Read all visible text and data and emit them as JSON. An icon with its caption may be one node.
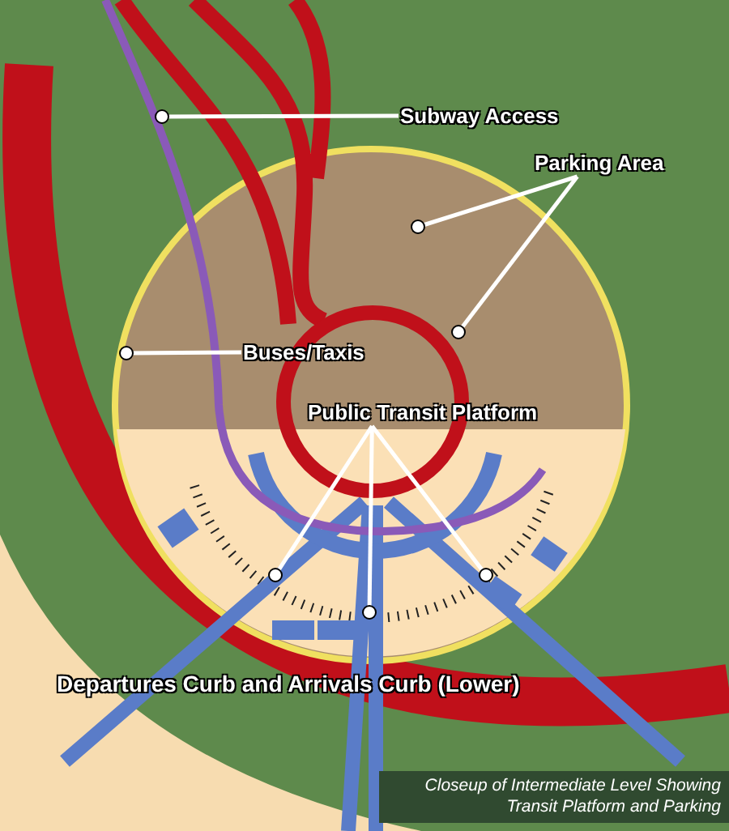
{
  "diagram": {
    "caption": "Closeup of Intermediate Level Showing Transit Platform and Parking",
    "nodes": [
      {
        "text": [
          "Subway Access"
        ]
      },
      {
        "text": [
          "Parking Area"
        ]
      },
      {
        "text": [
          "Buses/Taxis"
        ]
      },
      {
        "text": [
          "Public Transit Platform"
        ]
      }
    ],
    "edges": [
      {
        "from": 0,
        "to": null,
        "arrow": "other"
      },
      {
        "from": 1,
        "to": null,
        "arrow": "other"
      },
      {
        "from": 1,
        "to": null,
        "arrow": "other"
      },
      {
        "from": 2,
        "to": null,
        "arrow": "other"
      },
      {
        "from": 3,
        "to": null,
        "arrow": "other"
      },
      {
        "from": 3,
        "to": null,
        "arrow": "other"
      },
      {
        "from": 3,
        "to": null,
        "arrow": "other"
      }
    ],
    "labels": [
      "Departures Curb and Arrivals Curb (Lower)"
    ]
  }
}
